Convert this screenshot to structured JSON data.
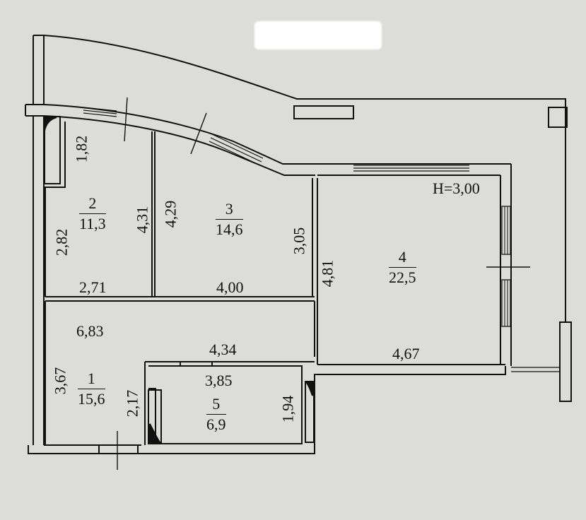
{
  "plan": {
    "ceiling_height_label": "H=3,00",
    "redacted_header": true,
    "rooms": [
      {
        "id": "1",
        "number": "1",
        "area": "15,6"
      },
      {
        "id": "2",
        "number": "2",
        "area": "11,3"
      },
      {
        "id": "3",
        "number": "3",
        "area": "14,6"
      },
      {
        "id": "4",
        "number": "4",
        "area": "22,5"
      },
      {
        "id": "5",
        "number": "5",
        "area": "6,9"
      }
    ],
    "dimensions": {
      "room2_closet_height": "1,82",
      "room2_left_height": "2,82",
      "room2_right_height": "4,31",
      "room2_width": "2,71",
      "room3_left_height": "4,29",
      "room3_right_height": "3,05",
      "room3_width": "4,00",
      "room4_height": "4,81",
      "room4_width": "4,67",
      "room1_length": "6,83",
      "room1_height": "3,67",
      "corridor_width": "4,34",
      "room1_niche_height": "2,17",
      "room5_width": "3,85",
      "room5_height": "1,94"
    },
    "colors": {
      "paper": "#dcdcd8",
      "line": "#111111"
    }
  }
}
